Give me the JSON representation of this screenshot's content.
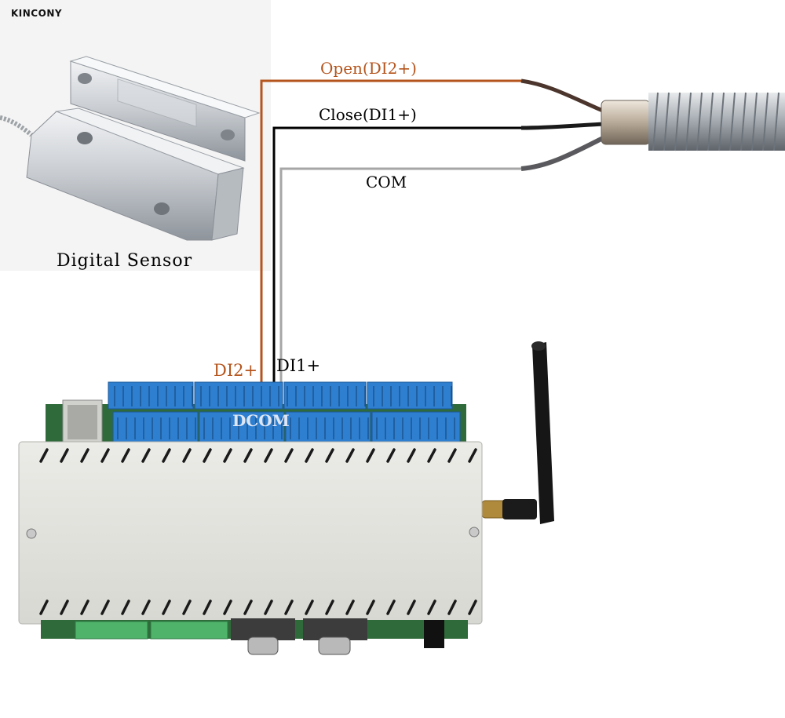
{
  "brand": "KINCONY",
  "sensor_label": "Digital Sensor",
  "wires": {
    "open_label": "Open(DI2+)",
    "close_label": "Close(DI1+)",
    "com_label": "COM"
  },
  "terminals": {
    "di2_label": "DI2+",
    "di1_label": "DI1+",
    "dcom_label": "DCOM"
  },
  "colors": {
    "open_wire": "#b5541c",
    "close_wire": "#000000",
    "com_wire": "#a6a6a6",
    "terminal_block": "#2f7fd0",
    "enclosure": "#e2e2de",
    "pcb": "#2f6b3a"
  }
}
